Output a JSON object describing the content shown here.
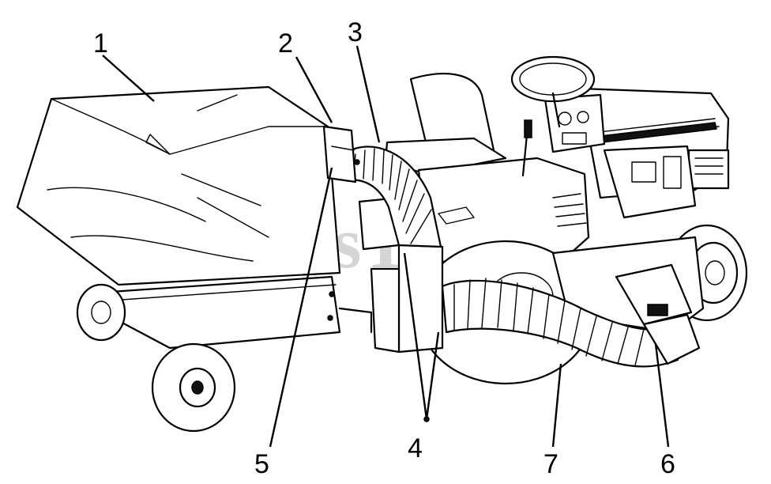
{
  "watermark": {
    "text": "PartsTree"
  },
  "callouts": [
    {
      "id": "1",
      "label": "1"
    },
    {
      "id": "2",
      "label": "2"
    },
    {
      "id": "3",
      "label": "3"
    },
    {
      "id": "4",
      "label": "4"
    },
    {
      "id": "5",
      "label": "5"
    },
    {
      "id": "6",
      "label": "6"
    },
    {
      "id": "7",
      "label": "7"
    }
  ]
}
